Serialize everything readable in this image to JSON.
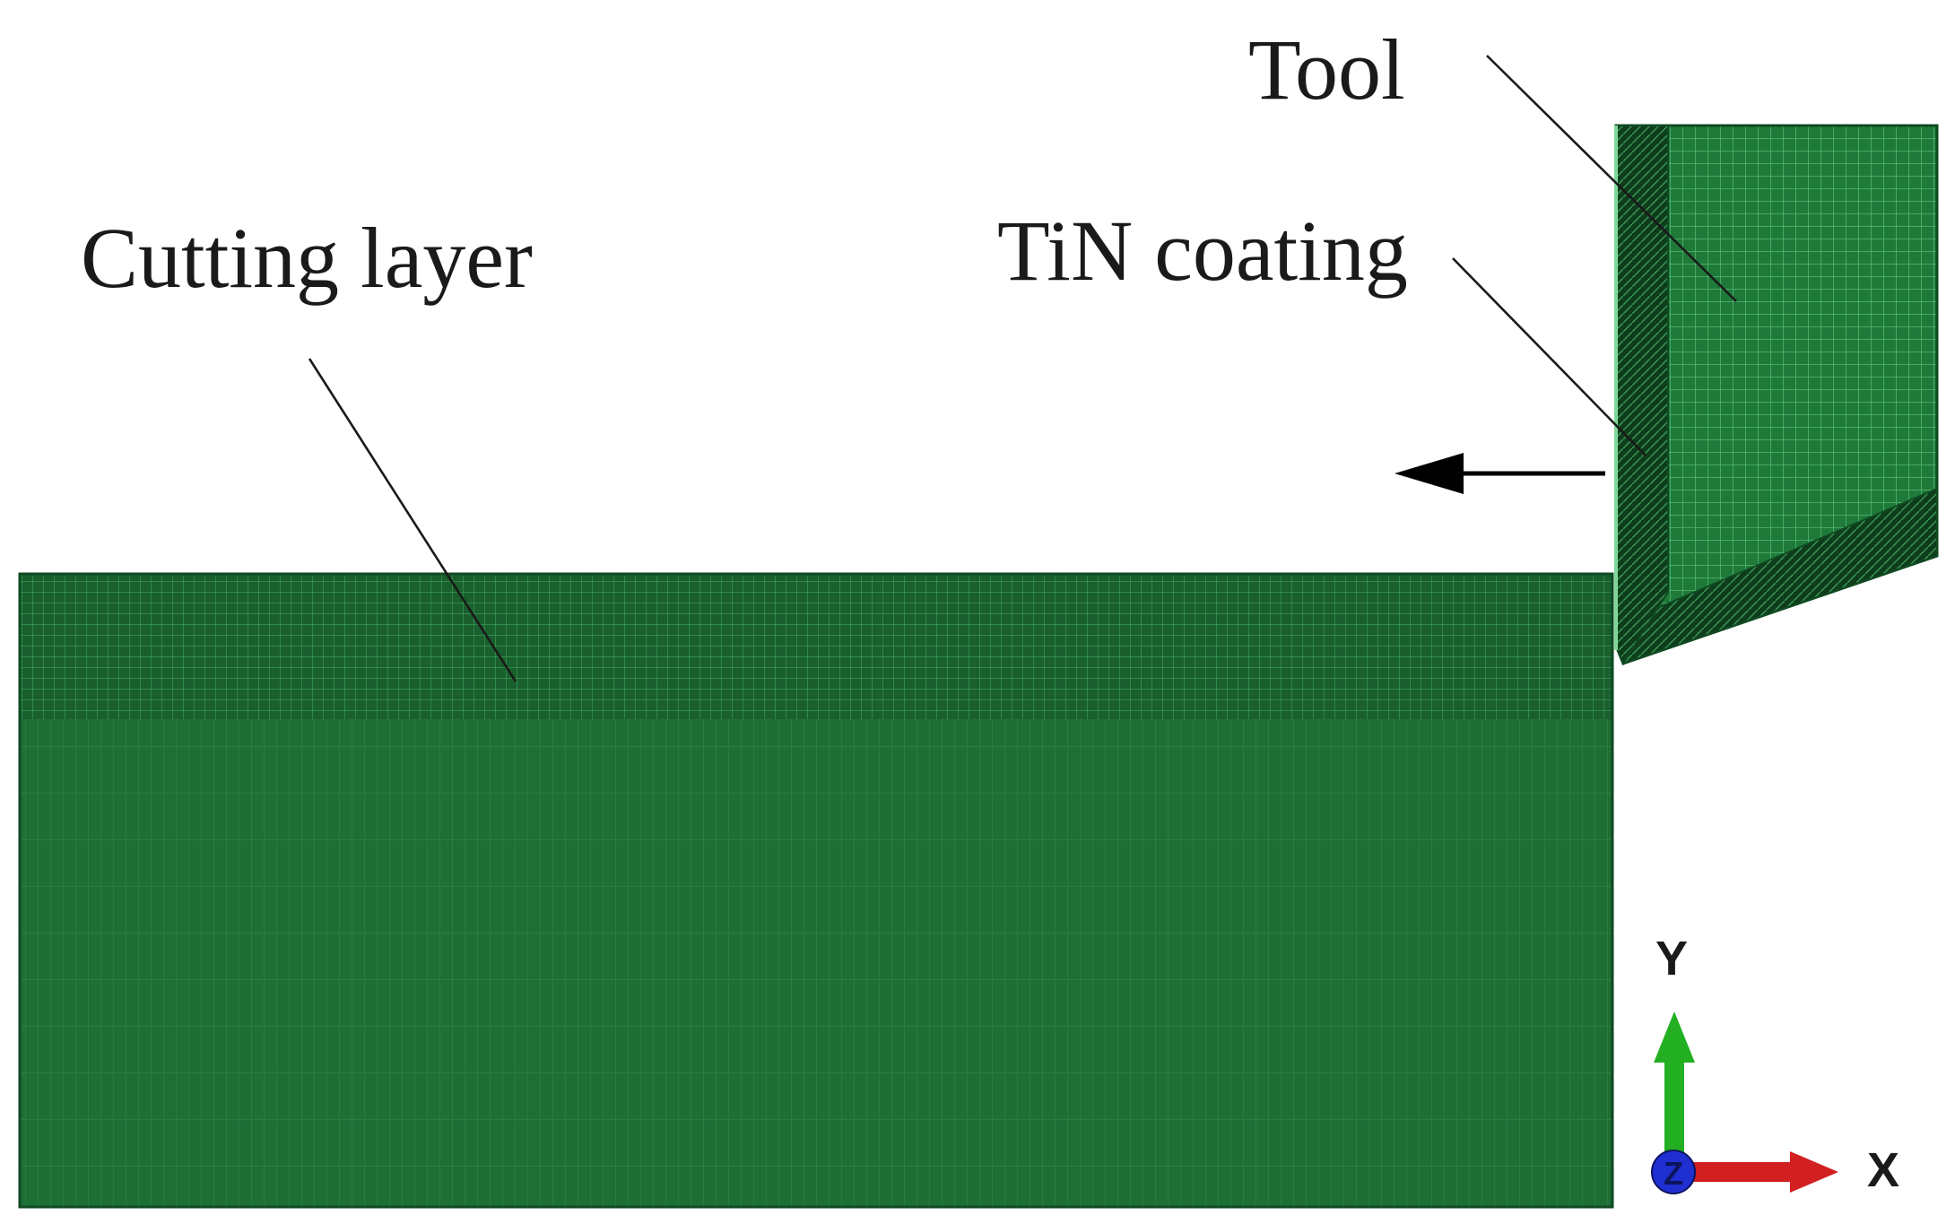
{
  "labels": {
    "tool": "Tool",
    "coating": "TiN coating",
    "cutting_layer": "Cutting layer"
  },
  "axes": {
    "y": "Y",
    "x": "X",
    "z": "Z"
  },
  "colors": {
    "mesh_fill": "#1e6f36",
    "mesh_fill_dense": "#1a5f2e",
    "mesh_grid": "#3fae5e",
    "tool_fill": "#1f7a3a",
    "coating_fill": "#0e3d1c",
    "leader": "#1a1a1a",
    "axis_x": "#d21f1f",
    "axis_y": "#22b022",
    "axis_z": "#1f2fd2"
  },
  "icons": {
    "direction_arrow": "arrow-left-icon",
    "triad": "coordinate-triad-icon"
  }
}
